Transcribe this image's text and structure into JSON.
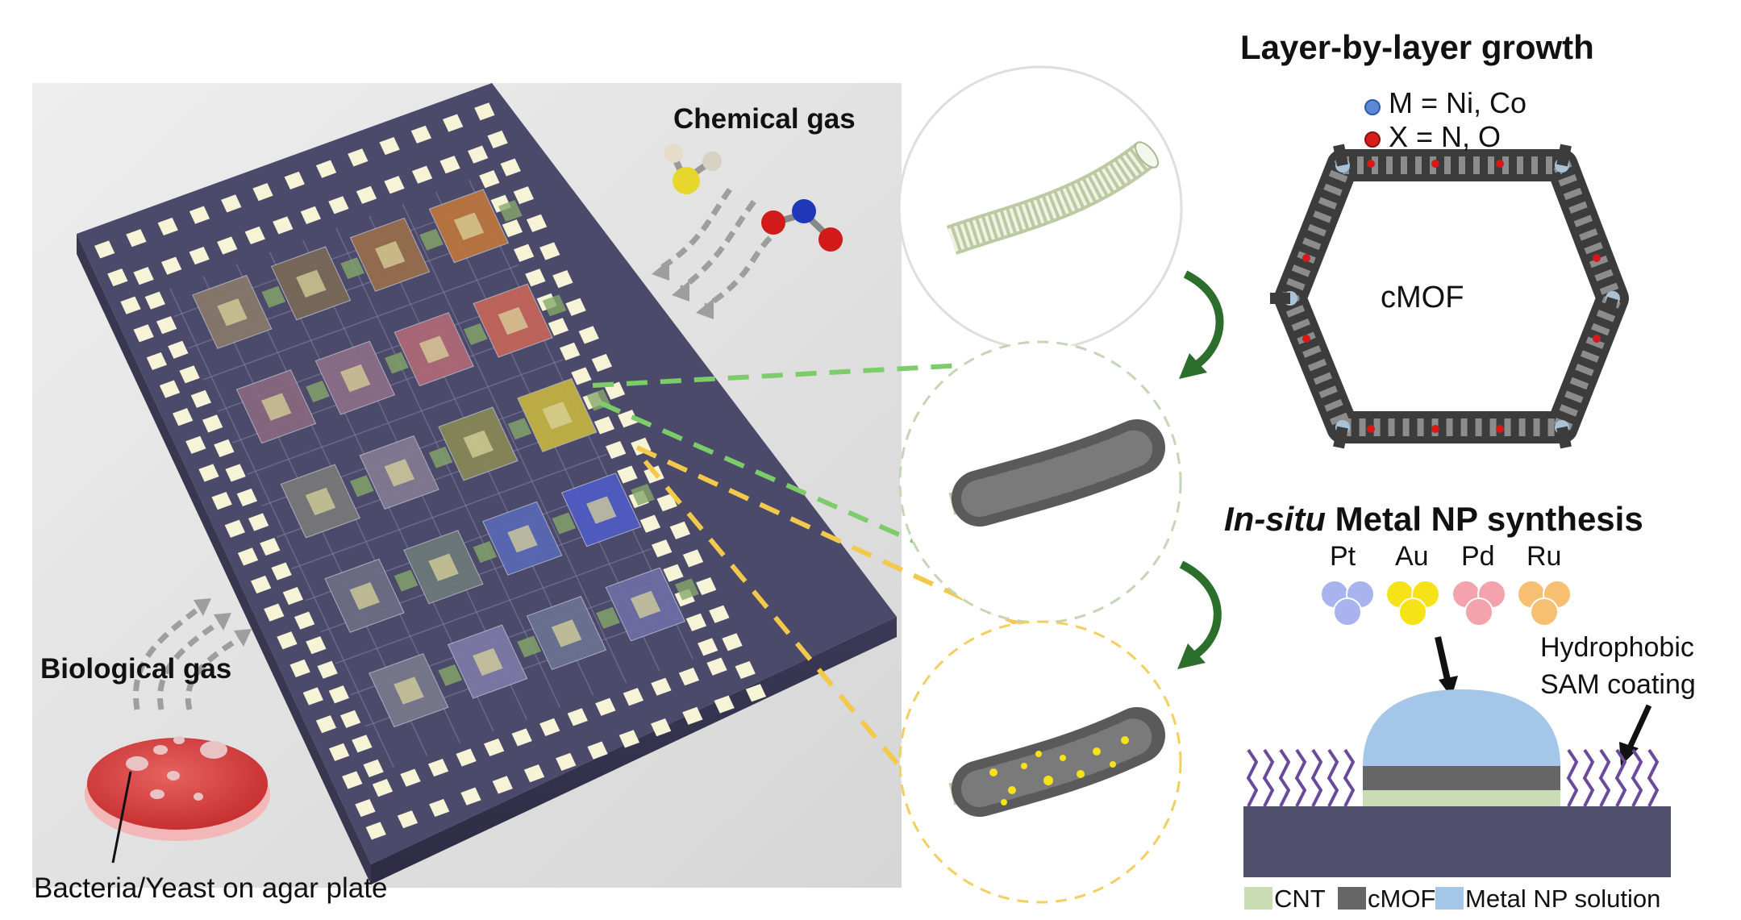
{
  "labels": {
    "chemical_gas": "Chemical gas",
    "biological_gas": "Biological gas",
    "agar_plate": "Bacteria/Yeast on agar plate",
    "layer_title": "Layer-by-layer growth",
    "metal_line": "M = Ni, Co",
    "heteroatom_line": "X = N, O",
    "cmof_center": "cMOF",
    "insitu_italic": "In-situ",
    "insitu_rest": " Metal NP synthesis",
    "hydrophobic_line1": "Hydrophobic",
    "hydrophobic_line2": "SAM coating"
  },
  "nanoparticles": [
    {
      "label": "Pt",
      "color": "#a9b4ee"
    },
    {
      "label": "Au",
      "color": "#f5e317"
    },
    {
      "label": "Pd",
      "color": "#f4a3ad"
    },
    {
      "label": "Ru",
      "color": "#f7bf72"
    }
  ],
  "legend": [
    {
      "label": "CNT",
      "color": "#c9dcb4"
    },
    {
      "label": "cMOF",
      "color": "#666666"
    },
    {
      "label": "Metal NP solution",
      "color": "#a4c6e8"
    }
  ],
  "colors": {
    "chip_body": "#4b4a6b",
    "pad": "#f7f3d6",
    "green_dash": "#7ccd6a",
    "yellow_dash": "#f2c94a",
    "arrow_green": "#2c6e2b",
    "substrate": "#504f6e",
    "sam": "#6a4a9a",
    "agar": "#d23b3b"
  }
}
